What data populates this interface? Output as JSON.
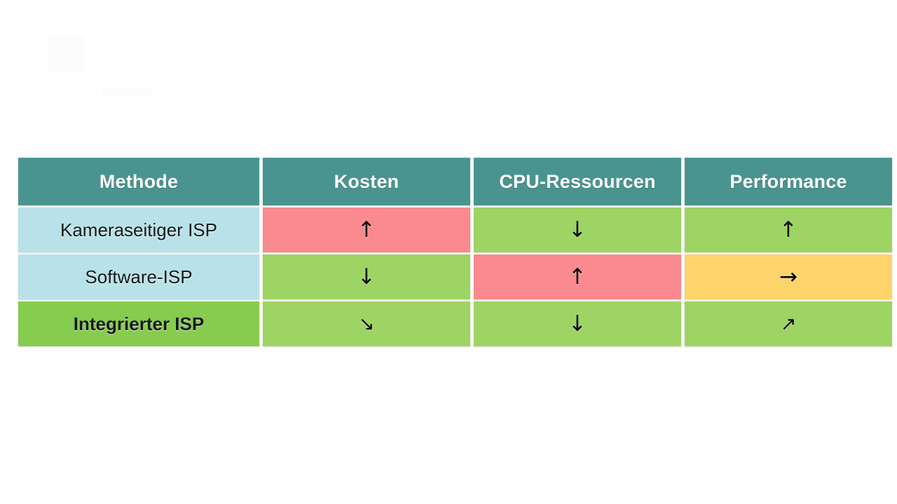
{
  "slide": {
    "name": "isp-method-comparison-table"
  },
  "table": {
    "headers": [
      {
        "label": "Methode"
      },
      {
        "label": "Kosten"
      },
      {
        "label": "CPU-Ressourcen"
      },
      {
        "label": "Performance"
      }
    ],
    "rows": [
      {
        "label": "Kameraseitiger ISP",
        "label_style": "light-blue",
        "cells": [
          {
            "icon": "arrow-up-icon",
            "glyph": "↑",
            "rating": "bad",
            "color": "#fa8a90"
          },
          {
            "icon": "arrow-down-icon",
            "glyph": "↓",
            "rating": "good",
            "color": "#9ed463"
          },
          {
            "icon": "arrow-up-icon",
            "glyph": "↑",
            "rating": "good",
            "color": "#9ed463"
          }
        ]
      },
      {
        "label": "Software-ISP",
        "label_style": "light-blue",
        "cells": [
          {
            "icon": "arrow-down-icon",
            "glyph": "↓",
            "rating": "good",
            "color": "#9ed463"
          },
          {
            "icon": "arrow-up-icon",
            "glyph": "↑",
            "rating": "bad",
            "color": "#fa8a90"
          },
          {
            "icon": "arrow-right-icon",
            "glyph": "→",
            "rating": "neutral",
            "color": "#fcd46a"
          }
        ]
      },
      {
        "label": "Integrierter ISP",
        "label_style": "green-highlight",
        "cells": [
          {
            "icon": "arrow-down-right-icon",
            "glyph": "↘",
            "rating": "good",
            "color": "#9ed463"
          },
          {
            "icon": "arrow-down-icon",
            "glyph": "↓",
            "rating": "good",
            "color": "#9ed463"
          },
          {
            "icon": "arrow-up-right-icon",
            "glyph": "↗",
            "rating": "good",
            "color": "#9ed463"
          }
        ]
      }
    ]
  },
  "colors": {
    "header_teal": "#4a9490",
    "label_blue": "#b9e2e8",
    "label_green": "#86cc4e",
    "good_green": "#9ed463",
    "bad_red": "#fa8a90",
    "neutral_yellow": "#fcd46a",
    "background": "#ffffff"
  }
}
